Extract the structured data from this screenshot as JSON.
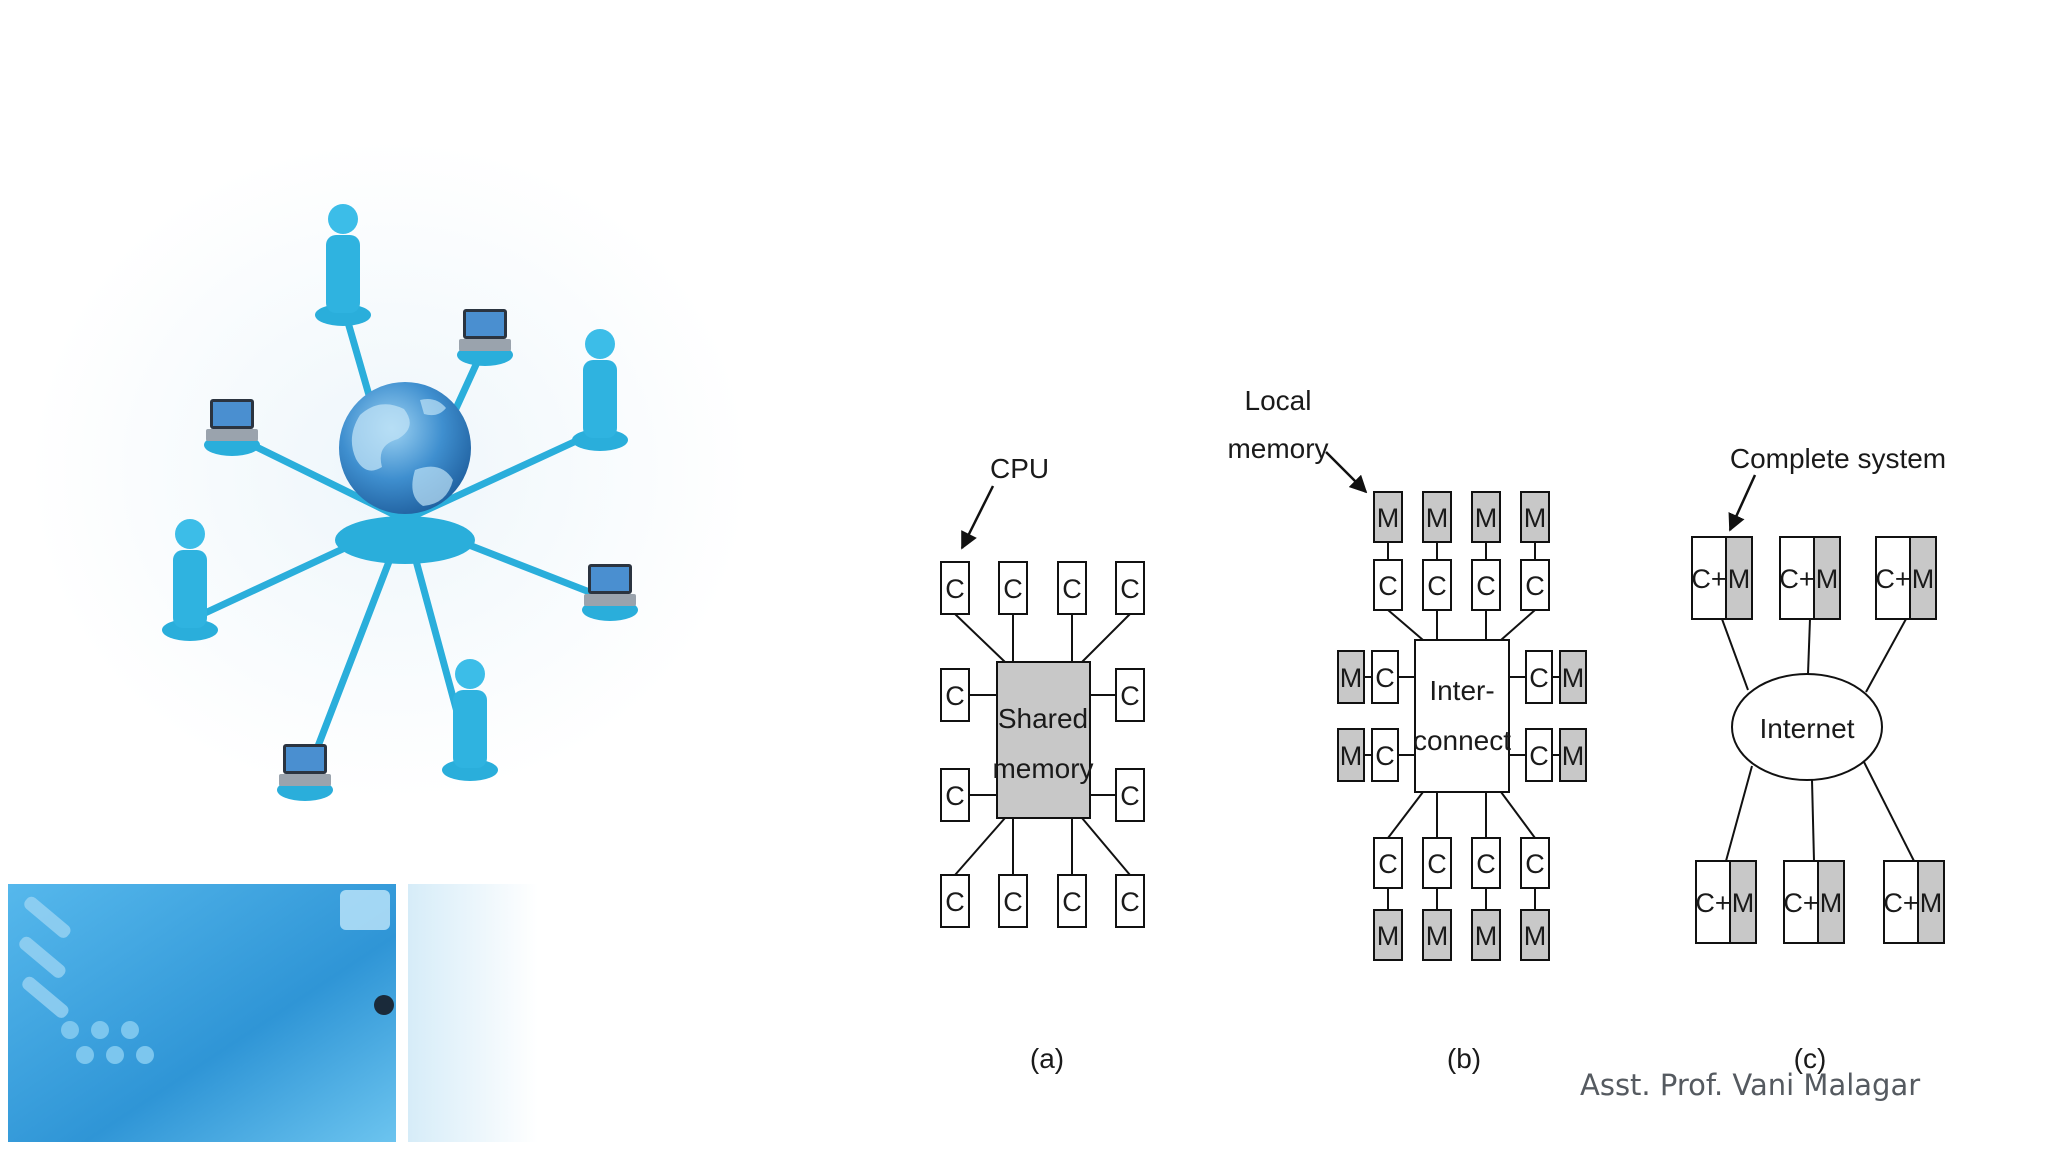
{
  "slide": {
    "author": "Asst. Prof. Vani Malagar",
    "colors": {
      "network_blue": "#2aaedb",
      "globe_blue": "#2e7fc1",
      "memory_fill": "#c8c8c8",
      "circuit_blue": "#3d9fd9"
    }
  },
  "illustrations": {
    "network": {
      "hub": "globe-icon",
      "nodes": [
        "person-icon",
        "laptop-icon",
        "person-icon",
        "laptop-icon",
        "person-icon",
        "laptop-icon",
        "person-icon",
        "laptop-icon"
      ]
    },
    "circuit_board": "circuit-board-photo"
  },
  "diagram": {
    "a": {
      "caption": "(a)",
      "pointer_label": "CPU",
      "center_line1": "Shared",
      "center_line2": "memory",
      "cpu": "C"
    },
    "b": {
      "caption": "(b)",
      "pointer_line1": "Local",
      "pointer_line2": "memory",
      "center_line1": "Inter-",
      "center_line2": "connect",
      "cpu": "C",
      "mem": "M"
    },
    "c": {
      "caption": "(c)",
      "pointer_label": "Complete system",
      "center": "Internet",
      "node_c": "C+",
      "node_m": "M"
    }
  }
}
